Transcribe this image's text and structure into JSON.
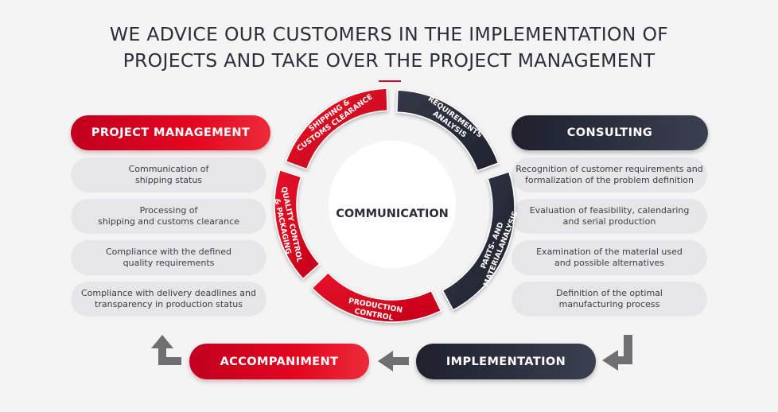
{
  "header": {
    "line1": "WE ADVICE OUR CUSTOMERS IN THE IMPLEMENTATION OF",
    "line2": "PROJECTS AND TAKE OVER THE PROJECT MANAGEMENT"
  },
  "project_management": {
    "title": "PROJECT MANAGEMENT",
    "items": [
      "Communication of\nshipping status",
      "Processing of\nshipping and customs clearance",
      "Compliance with the defined\nquality requirements",
      "Compliance with delivery deadlines and\ntransparency in production status"
    ]
  },
  "consulting": {
    "title": "CONSULTING",
    "items": [
      "Recognition of customer requirements and\nformalization of the problem definition",
      "Evaluation of feasibility, calendaring\nand serial production",
      "Examination of the material used\nand possible alternatives",
      "Definition of the optimal\nmanufacturing process"
    ]
  },
  "wheel": {
    "center": "COMMUNICATION",
    "segments": [
      {
        "label_lines": [
          "REQUIREMENTS",
          "ANALYSIS"
        ],
        "tone": "dark"
      },
      {
        "label_lines": [
          "PARTS- AND",
          "MATERIALANALYSIS"
        ],
        "tone": "dark"
      },
      {
        "label_lines": [
          "PRODUCTION",
          "CONTROL"
        ],
        "tone": "red"
      },
      {
        "label_lines": [
          "QUALITY CONTROL",
          "& PACKAGING"
        ],
        "tone": "red"
      },
      {
        "label_lines": [
          "SHIPPING &",
          "CUSTOMS CLEARANCE"
        ],
        "tone": "red"
      }
    ]
  },
  "flow": {
    "accompaniment": "ACCOMPANIMENT",
    "implementation": "IMPLEMENTATION"
  },
  "colors": {
    "red": "#d8041f",
    "dark": "#2a2e3b",
    "item_bg": "#e6e6e8",
    "arrow": "#6f6f73"
  }
}
